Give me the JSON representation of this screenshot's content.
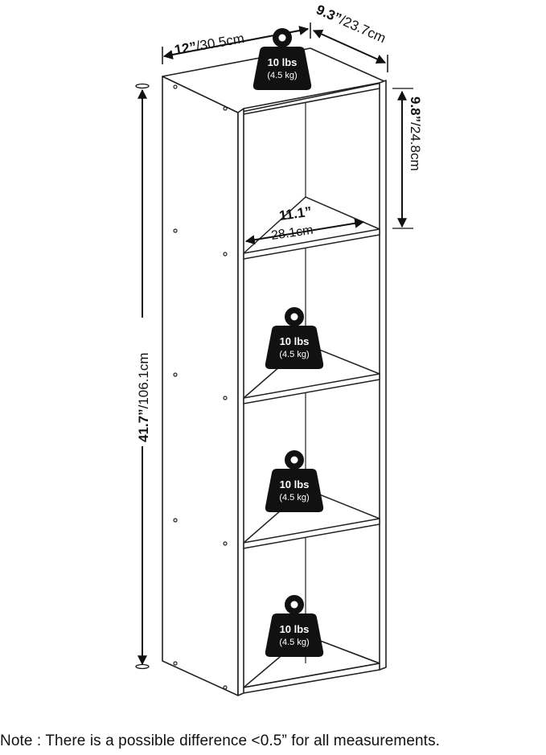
{
  "dimensions": {
    "depth_in": "12”",
    "depth_cm": "/30.5cm",
    "width_in": "9.3”",
    "width_cm": "/23.7cm",
    "cube_height_in": "9.8”",
    "cube_height_cm": "/24.8cm",
    "shelf_length_in": "11.1”",
    "shelf_length_cm": "28.1cm",
    "total_height_in": "41.7”",
    "total_height_cm": "/106.1cm"
  },
  "weights": [
    {
      "lbs": "10 lbs",
      "kg": "(4.5 kg)"
    },
    {
      "lbs": "10 lbs",
      "kg": "(4.5 kg)"
    },
    {
      "lbs": "10 lbs",
      "kg": "(4.5 kg)"
    },
    {
      "lbs": "10 lbs",
      "kg": "(4.5 kg)"
    }
  ],
  "note": "Note : There is a possible difference <0.5” for all measurements."
}
